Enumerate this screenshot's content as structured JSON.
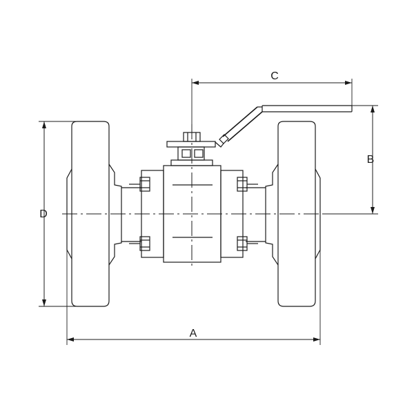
{
  "dimensions": {
    "a_label": "A",
    "b_label": "B",
    "c_label": "C",
    "d_label": "D"
  }
}
